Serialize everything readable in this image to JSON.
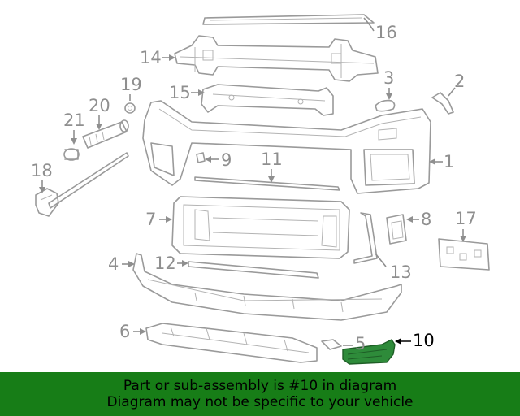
{
  "callouts": {
    "p1": "1",
    "p2": "2",
    "p3": "3",
    "p4": "4",
    "p5": "5",
    "p6": "6",
    "p7": "7",
    "p8": "8",
    "p9": "9",
    "p10": "10",
    "p11": "11",
    "p12": "12",
    "p13": "13",
    "p14": "14",
    "p15": "15",
    "p16": "16",
    "p17": "17",
    "p18": "18",
    "p19": "19",
    "p20": "20",
    "p21": "21"
  },
  "highlighted_part": "10",
  "colors": {
    "banner": "#177d17",
    "highlight_part": "#2e8b3a",
    "line_art": "#9a9a9a"
  },
  "banner": {
    "line1": "Part or sub-assembly is #10 in diagram",
    "line2": "Diagram may not be specific to your vehicle"
  }
}
